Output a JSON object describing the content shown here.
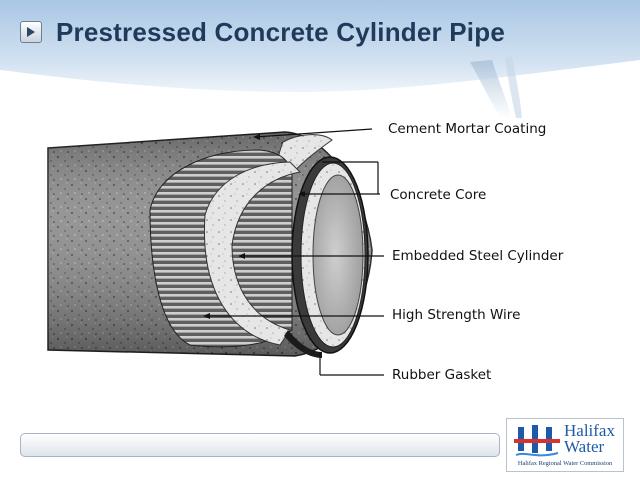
{
  "slide": {
    "title": "Prestressed Concrete Cylinder Pipe"
  },
  "diagram": {
    "labels": {
      "coating": "Cement Mortar Coating",
      "core": "Concrete Core",
      "cylinder": "Embedded Steel Cylinder",
      "wire": "High Strength Wire",
      "gasket": "Rubber Gasket"
    }
  },
  "logo": {
    "name_line1": "Halifax",
    "name_line2": "Water",
    "subtitle": "Halifax Regional Water Commission"
  },
  "colors": {
    "title": "#1f3a5a",
    "logo_blue": "#1d5aa8",
    "header_blue": "#bcd3ea"
  },
  "icons": {
    "nav": "play-triangle-icon",
    "logo": "halifax-water-logo-icon"
  }
}
